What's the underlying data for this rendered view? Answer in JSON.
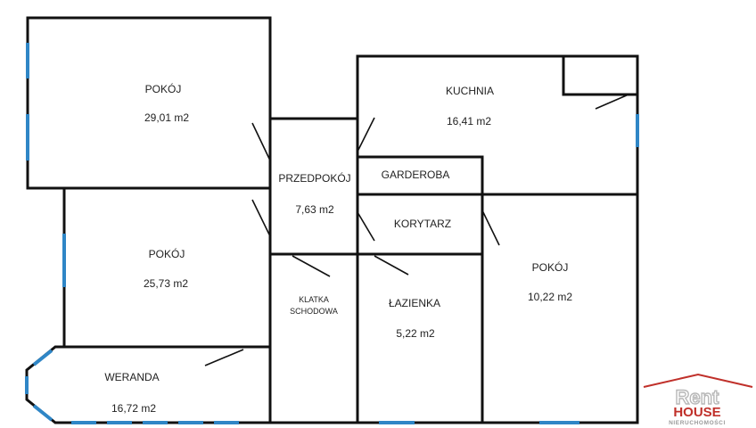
{
  "colors": {
    "wall": "#111111",
    "window": "#2f86c6",
    "logo_red": "#c0302a",
    "logo_gray": "#9a9a9a"
  },
  "rooms": {
    "pokoj_1": {
      "name": "POKÓJ",
      "area": "29,01 m2"
    },
    "pokoj_2": {
      "name": "POKÓJ",
      "area": "25,73 m2"
    },
    "weranda": {
      "name": "WERANDA",
      "area": "16,72 m2"
    },
    "przedpokoj": {
      "name": "PRZEDPOKÓJ",
      "area": "7,63 m2"
    },
    "klatka": {
      "line1": "KLATKA",
      "line2": "SCHODOWA"
    },
    "kuchnia": {
      "name": "KUCHNIA",
      "area": "16,41 m2"
    },
    "garderoba": {
      "name": "GARDEROBA"
    },
    "korytarz": {
      "name": "KORYTARZ"
    },
    "lazienka": {
      "name": "ŁAZIENKA",
      "area": "5,22 m2"
    },
    "pokoj_3": {
      "name": "POKÓJ",
      "area": "10,22 m2"
    }
  },
  "logo": {
    "word1": "Rent",
    "word2": "HOUSE",
    "tagline": "NIERUCHOMOŚCI",
    "icon": "house-roof-icon"
  }
}
